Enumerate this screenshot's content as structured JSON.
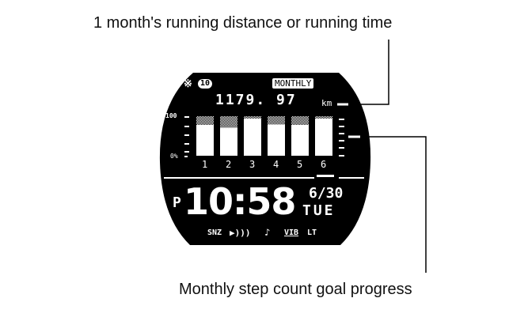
{
  "callouts": {
    "top": "1 month's running distance or running time",
    "bottom": "Monthly step count goal progress"
  },
  "watch": {
    "bluetooth_icon": "bluetooth-icon",
    "notification_count": "10",
    "mode_label": "MONTHLY",
    "distance_value": "1179. 97",
    "distance_unit": "km",
    "axis_top": "100",
    "axis_bottom": "0%",
    "time_ampm": "P",
    "time": "10:58",
    "date": "6/30",
    "weekday": "TUE",
    "status": {
      "snooze": "SNZ",
      "vibration": "VIB",
      "light": "LT"
    },
    "status_icons": [
      "sound-icon",
      "mute-icon"
    ]
  },
  "chart_data": {
    "type": "bar",
    "categories": [
      "1",
      "2",
      "3",
      "4",
      "5",
      "6"
    ],
    "values": [
      78,
      71,
      94,
      79,
      78,
      94
    ],
    "ylim": [
      0,
      100
    ],
    "ylabel": "",
    "selected": "6"
  }
}
